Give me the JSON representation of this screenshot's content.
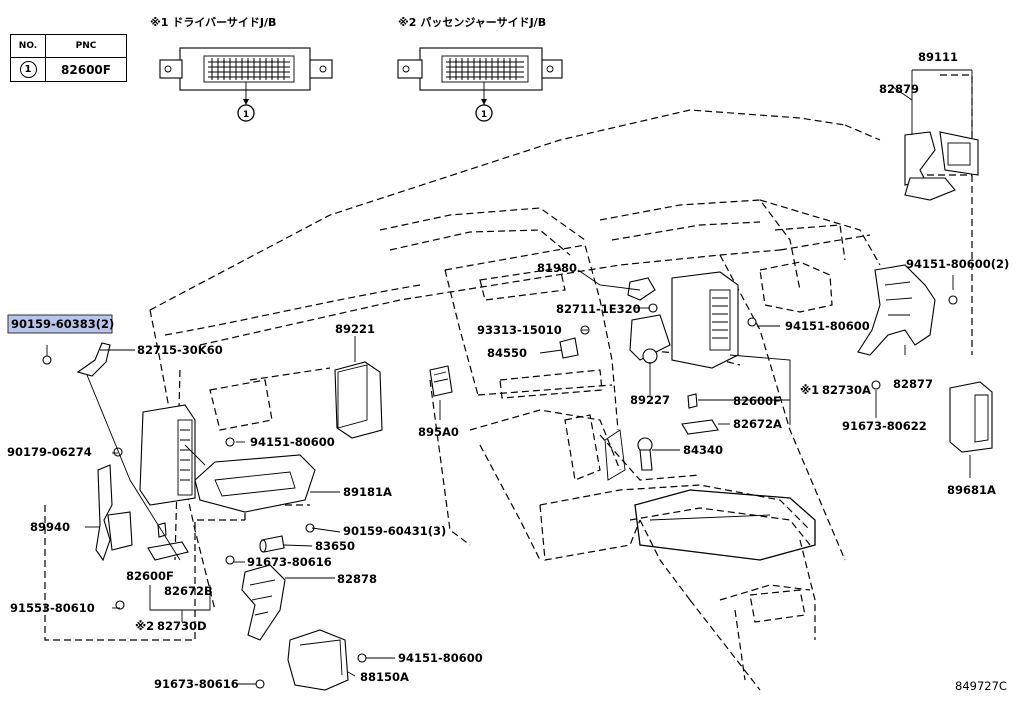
{
  "legend": {
    "headers": [
      "NO.",
      "PNC"
    ],
    "rows": [
      {
        "no": "1",
        "pnc": "82600F"
      }
    ]
  },
  "insets": [
    {
      "mark": "※1",
      "title": "ドライバーサイドJ/B",
      "callout": "1"
    },
    {
      "mark": "※2",
      "title": "パッセンジャーサイドJ/B",
      "callout": "1"
    }
  ],
  "labels": {
    "p89111": "89111",
    "p82879": "82879",
    "p94151_80600_2": "94151-80600(2)",
    "p94151_80600_r": "94151-80600",
    "p82877": "82877",
    "p81980": "81980",
    "p82711": "82711-1E320",
    "p93313": "93313-15010",
    "p84550": "84550",
    "p89221": "89221",
    "p90159_60383": "90159-60383(2)",
    "p82715": "82715-30K60",
    "p90179": "90179-06274",
    "p94151_80600_c": "94151-80600",
    "p89181A": "89181A",
    "p895A0": "895A0",
    "p89227": "89227",
    "p82600F_r": "82600F",
    "p82672A": "82672A",
    "mark1": "※1",
    "p82730A": "82730A",
    "p91673_80622": "91673-80622",
    "p84340": "84340",
    "p89681A": "89681A",
    "p89940": "89940",
    "p90159_60431": "90159-60431(3)",
    "p83650": "83650",
    "p91673_80616_a": "91673-80616",
    "p82878": "82878",
    "p82600F_l": "82600F",
    "p82672B": "82672B",
    "p91553": "91553-80610",
    "mark2": "※2",
    "p82730D": "82730D",
    "p94151_80600_b": "94151-80600",
    "p91673_80616_b": "91673-80616",
    "p88150A": "88150A",
    "diagram_id": "849727C"
  }
}
